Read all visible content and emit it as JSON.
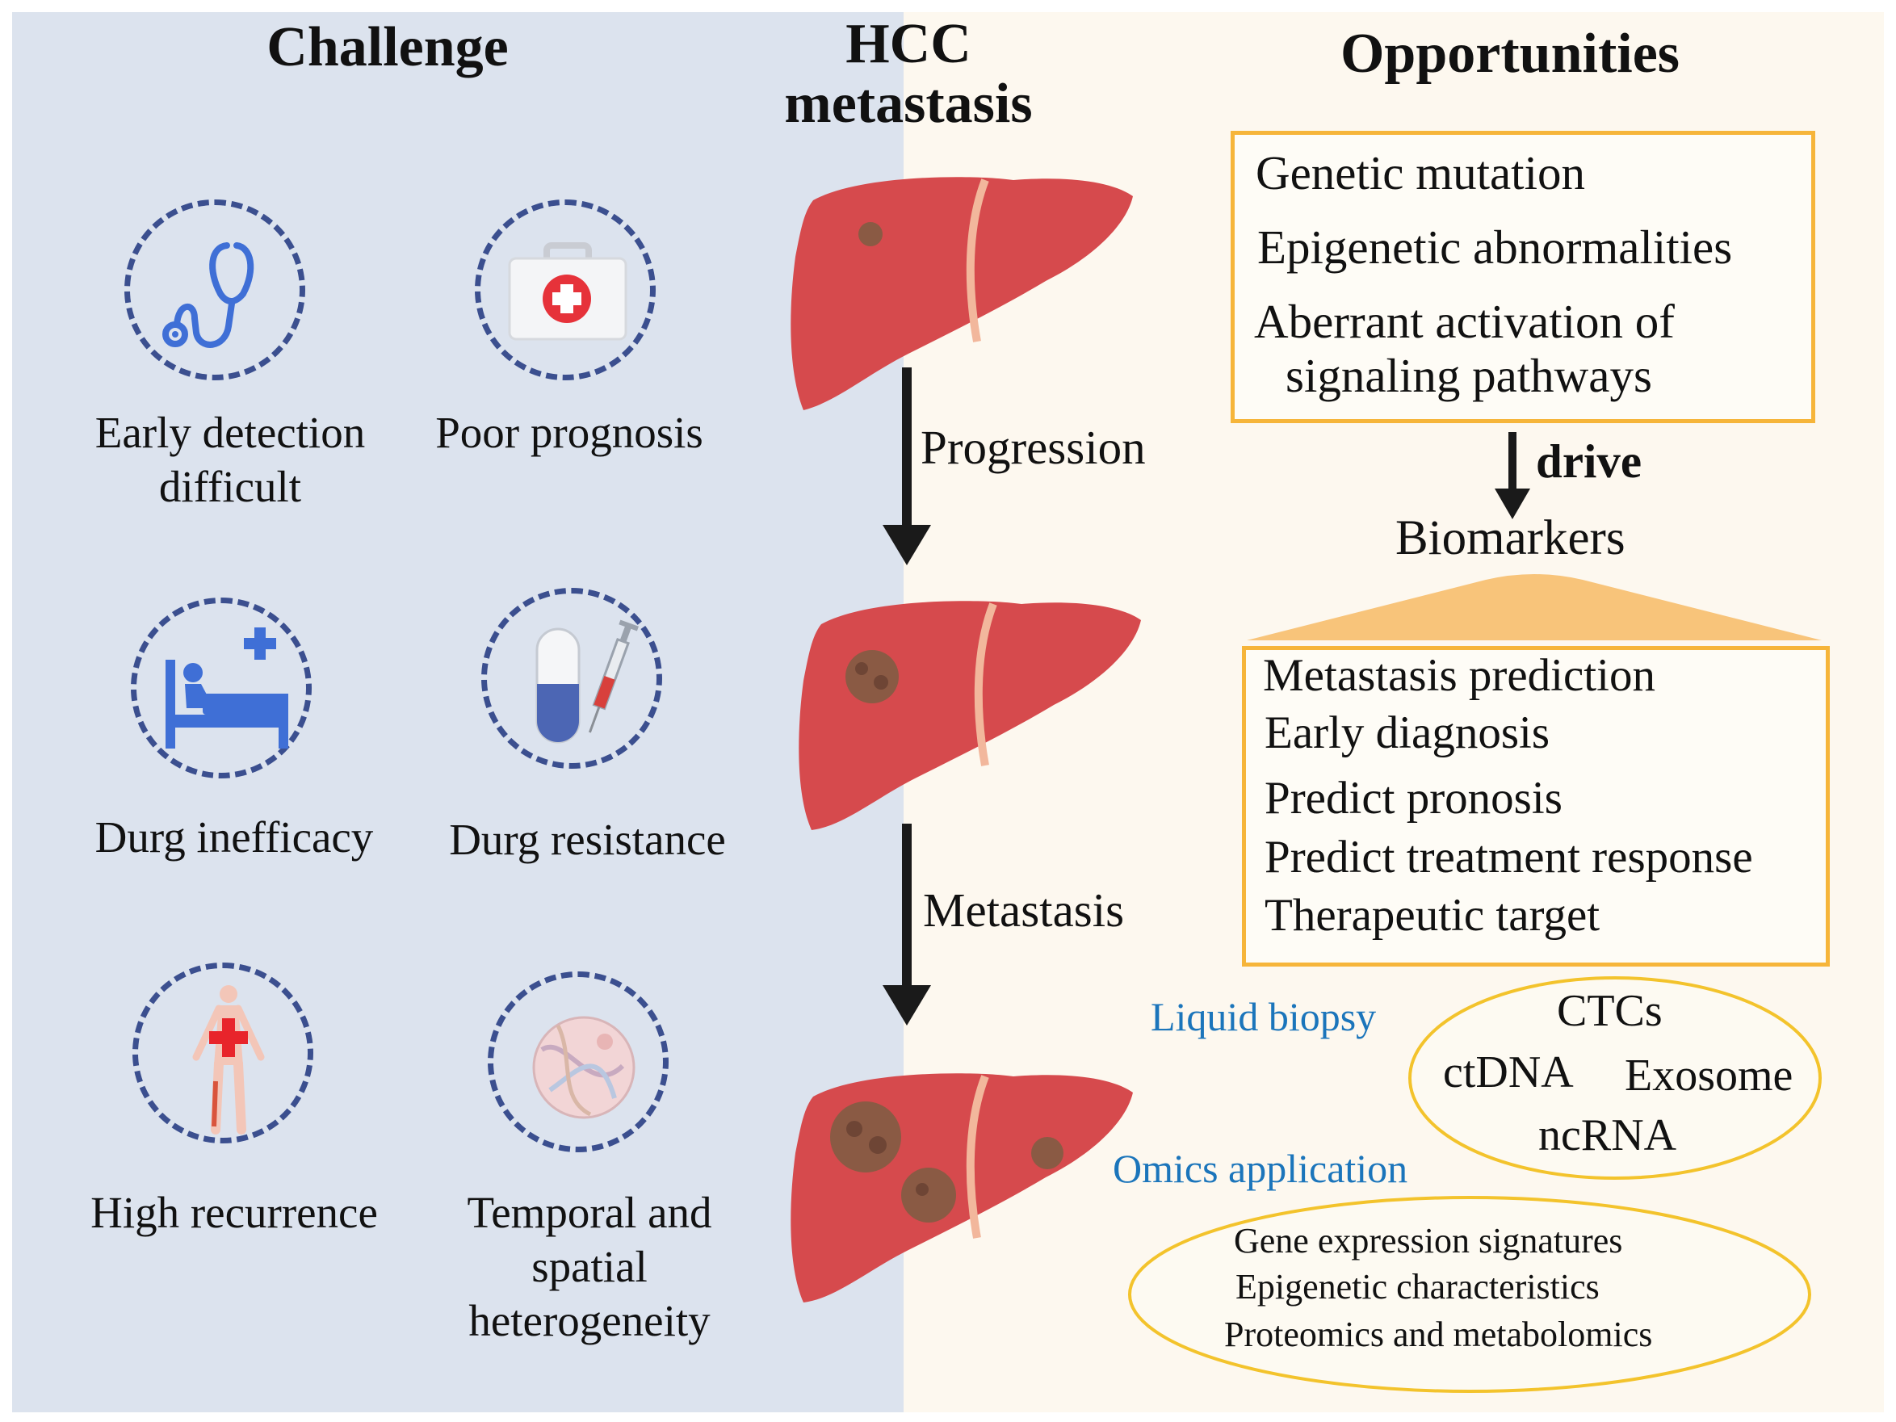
{
  "headers": {
    "challenge": "Challenge",
    "hcc": "HCC metastasis",
    "opportunities": "Opportunities"
  },
  "challenges": [
    {
      "label": "Early detection difficult",
      "icon": "stethoscope-icon"
    },
    {
      "label": "Poor prognosis",
      "icon": "first-aid-kit-icon"
    },
    {
      "label": "Durg inefficacy",
      "icon": "hospital-bed-icon"
    },
    {
      "label": "Durg resistance",
      "icon": "pill-syringe-icon"
    },
    {
      "label": "High recurrence",
      "icon": "human-body-icon"
    },
    {
      "label": "Temporal and spatial heterogeneity",
      "icon": "heterogeneity-sphere-icon"
    }
  ],
  "arrows": {
    "progression": "Progression",
    "metastasis": "Metastasis",
    "drive": "drive"
  },
  "mechanisms": [
    "Genetic mutation",
    "Epigenetic abnormalities",
    "Aberrant activation of",
    "signaling pathways"
  ],
  "biomarkers": {
    "title": "Biomarkers",
    "uses": [
      "Metastasis prediction",
      "Early diagnosis",
      "Predict pronosis",
      "Predict treatment response",
      "Therapeutic target"
    ]
  },
  "liquid_biopsy": {
    "label": "Liquid biopsy",
    "items": [
      "CTCs",
      "ctDNA",
      "Exosome",
      "ncRNA"
    ]
  },
  "omics": {
    "label": "Omics application",
    "items": [
      "Gene expression signatures",
      "Epigenetic characteristics",
      "Proteomics and metabolomics"
    ]
  },
  "colors": {
    "left_bg": "#dce3ee",
    "right_bg": "#fdf8ef",
    "icon_blue": "#3b4f8f",
    "box_orange": "#f6b53a",
    "oval_yellow": "#f3c32c",
    "text_blue": "#1b75bb",
    "liver_red": "#d64a4d",
    "tumor_brown": "#8a5a44"
  }
}
